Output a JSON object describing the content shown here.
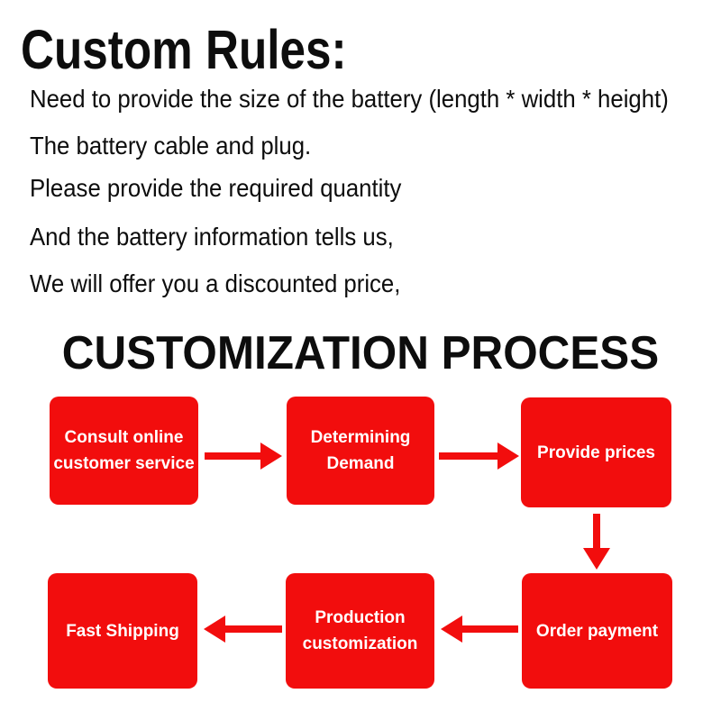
{
  "custom_rules": {
    "title": "Custom Rules:",
    "lines": [
      "Need to provide the size of the battery (length * width * height)",
      "The battery cable and plug.",
      "Please provide the required quantity",
      "And the battery information tells us,",
      "We will offer you a discounted price,"
    ]
  },
  "process": {
    "title": "CUSTOMIZATION PROCESS",
    "steps": [
      {
        "label": "Consult online customer service",
        "lines": [
          "Consult online",
          "customer service"
        ]
      },
      {
        "label": "Determining Demand",
        "lines": [
          "Determining",
          "Demand"
        ]
      },
      {
        "label": "Provide prices",
        "lines": [
          "Provide prices"
        ]
      },
      {
        "label": "Order payment",
        "lines": [
          "Order payment"
        ]
      },
      {
        "label": "Production customization",
        "lines": [
          "Production",
          "customization"
        ]
      },
      {
        "label": "Fast Shipping",
        "lines": [
          "Fast Shipping"
        ]
      }
    ],
    "arrows": [
      {
        "icon": "arrow-right",
        "glyph": "→",
        "from": "Consult online customer service",
        "to": "Determining Demand"
      },
      {
        "icon": "arrow-right",
        "glyph": "→",
        "from": "Determining Demand",
        "to": "Provide prices"
      },
      {
        "icon": "arrow-down",
        "glyph": "↓",
        "from": "Provide prices",
        "to": "Order payment"
      },
      {
        "icon": "arrow-left",
        "glyph": "←",
        "from": "Order payment",
        "to": "Production customization"
      },
      {
        "icon": "arrow-left",
        "glyph": "←",
        "from": "Production customization",
        "to": "Fast Shipping"
      }
    ]
  },
  "colors": {
    "accent_red": "#f20d0d",
    "box_text": "#ffffff",
    "body_text": "#0d0d0d",
    "background": "#ffffff"
  }
}
